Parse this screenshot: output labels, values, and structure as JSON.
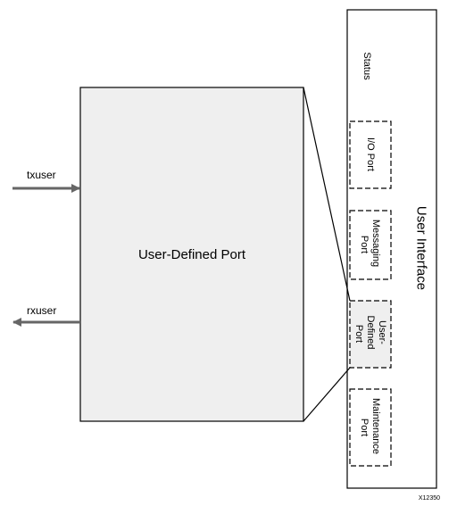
{
  "diagram": {
    "main_block_label": "User-Defined Port",
    "signals": {
      "input_label": "txuser",
      "output_label": "rxuser"
    },
    "interface": {
      "title": "User Interface",
      "status_label": "Status",
      "ports": [
        {
          "lines": [
            "I/O Port"
          ]
        },
        {
          "lines": [
            "Messaging",
            "Port"
          ]
        },
        {
          "lines": [
            "User-",
            "Defined",
            "Port"
          ]
        },
        {
          "lines": [
            "Maintenance",
            "Port"
          ]
        }
      ]
    },
    "figure_id": "X12350",
    "colors": {
      "block_fill": "#efefef",
      "arrow": "#666666",
      "stroke": "#000000",
      "highlight_fill": "#efefef"
    }
  }
}
